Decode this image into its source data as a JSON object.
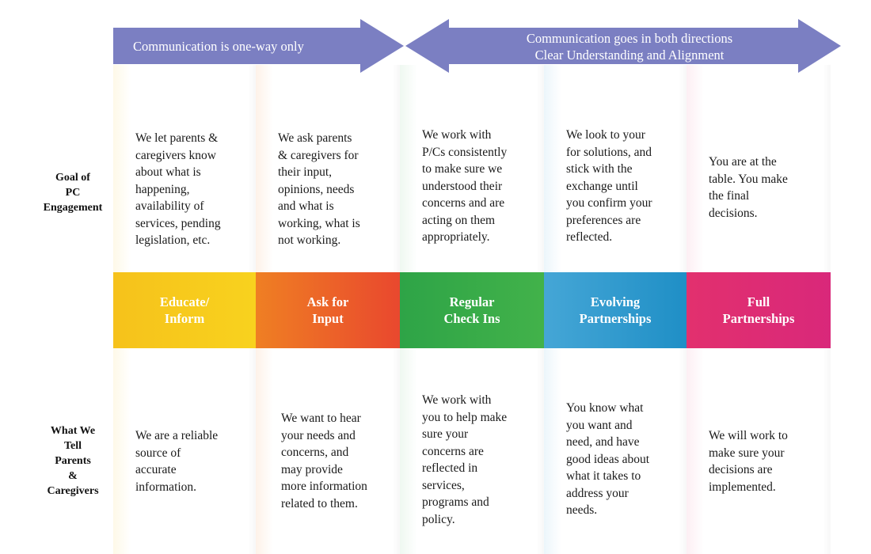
{
  "arrows": {
    "one_way": {
      "label": "Communication is one-way only",
      "color": "#7b7fc2"
    },
    "both_ways": {
      "line1": "Communication goes in both directions",
      "line2": "Clear Understanding and Alignment",
      "color": "#7b7fc2"
    }
  },
  "row_labels": {
    "goal": [
      "Goal of",
      "PC",
      "Engagement"
    ],
    "tell": [
      "What We",
      "Tell",
      "Parents",
      "&",
      "Caregivers"
    ]
  },
  "stages": [
    {
      "title": [
        "Educate/",
        "Inform"
      ],
      "colors": [
        "#f6c21b",
        "#f8d21e"
      ],
      "goal": [
        "We let parents &",
        "caregivers know",
        "about what is",
        "happening,",
        "availability of",
        "services, pending",
        "legislation, etc."
      ],
      "tell": [
        "We are a reliable",
        "source of",
        "accurate",
        "information."
      ]
    },
    {
      "title": [
        "Ask for",
        "Input"
      ],
      "colors": [
        "#ef7f23",
        "#e9482e"
      ],
      "goal": [
        "We ask parents",
        "& caregivers for",
        "their input,",
        "opinions, needs",
        "and what is",
        "working, what is",
        "not working."
      ],
      "tell": [
        "We want to hear",
        "your needs and",
        "concerns, and",
        "may provide",
        "more information",
        "related to them."
      ]
    },
    {
      "title": [
        "Regular",
        "Check Ins"
      ],
      "colors": [
        "#2ea447",
        "#42b24a"
      ],
      "goal": [
        "We work with",
        "P/Cs consistently",
        "to make sure we",
        "understood their",
        "concerns and are",
        "acting on them",
        "appropriately."
      ],
      "tell": [
        "We work with",
        "you to help make",
        "sure your",
        "concerns are",
        "reflected in",
        "services,",
        "programs and",
        "policy."
      ]
    },
    {
      "title": [
        "Evolving",
        "Partnerships"
      ],
      "colors": [
        "#45a6d6",
        "#1f8fc6"
      ],
      "goal": [
        "We look to your",
        "for solutions, and",
        "stick with the",
        "exchange until",
        "you confirm your",
        "preferences are",
        "reflected."
      ],
      "tell": [
        "You know what",
        "you want and",
        "need, and have",
        "good ideas about",
        "what it takes to",
        "address your",
        "needs."
      ]
    },
    {
      "title": [
        "Full",
        "Partnerships"
      ],
      "colors": [
        "#e2306e",
        "#d9287a"
      ],
      "goal": [
        "You are at the",
        "table. You make",
        "the final",
        "decisions."
      ],
      "tell": [
        "We will work to",
        "make sure your",
        "decisions are",
        "implemented."
      ]
    }
  ]
}
